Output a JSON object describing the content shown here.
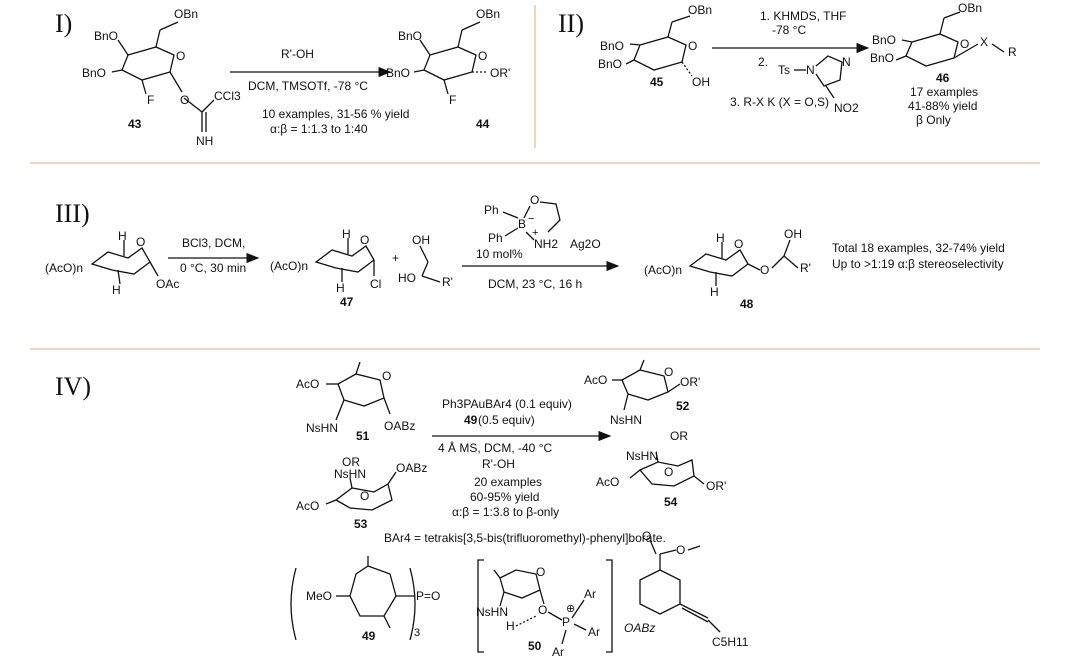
{
  "sections": {
    "s1": {
      "label": "I)"
    },
    "s2": {
      "label": "II)"
    },
    "s3": {
      "label": "III)"
    },
    "s4": {
      "label": "IV)"
    }
  },
  "atoms": {
    "obn": "OBn",
    "bno": "BnO",
    "f": "F",
    "o": "O",
    "ccl3": "CCl3",
    "nh": "NH",
    "or_prime": "OR'",
    "oh": "OH",
    "x": "X",
    "r": "R",
    "ts": "Ts",
    "n": "N",
    "no2": "NO2",
    "aco_n": "(AcO)n",
    "h": "H",
    "oac": "OAc",
    "cl": "Cl",
    "ho": "HO",
    "r_prime": "R'",
    "aco": "AcO",
    "nshn": "NsHN",
    "oabz": "OABz",
    "ph": "Ph",
    "b": "B",
    "nh2": "NH2",
    "ag2o": "Ag2O",
    "meo": "MeO",
    "peq": "P=O",
    "ar": "Ar",
    "p": "P",
    "c5h11": "C5H11",
    "or_word": "OR",
    "oabz_it": "OABz",
    "sub3": "3",
    "minus": "−",
    "plus_sign": "+",
    "circled_plus": "⊕"
  },
  "compounds": {
    "c43": "43",
    "c44": "44",
    "c45": "45",
    "c46": "46",
    "c47": "47",
    "c48": "48",
    "c49": "49",
    "c49b": "49",
    "c50": "50",
    "c51": "51",
    "c52": "52",
    "c53": "53",
    "c54": "54"
  },
  "scheme1": {
    "reagent_top": "R'-OH",
    "reagent_bottom": "DCM, TMSOTf, -78 °C",
    "note1": "10 examples, 31-56 % yield",
    "note2": "α:β = 1:1.3 to 1:40"
  },
  "scheme2": {
    "step1": "1. KHMDS, THF",
    "step1b": "-78 °C",
    "step2": "2.",
    "step3": "3. R-X K (X = O,S)",
    "result1": "17 examples",
    "result2": "41-88% yield",
    "result3": "β Only"
  },
  "scheme3": {
    "cond1": "BCl3, DCM,",
    "cond2": "0 °C, 30 min",
    "plus": "+",
    "cat_loading": "10 mol%",
    "cond3": "DCM, 23 °C, 16 h",
    "summary1": "Total 18 examples, 32-74% yield",
    "summary2": "Up to >1:19 α:β stereoselectivity"
  },
  "scheme4": {
    "cat1_a": "Ph3PAuBAr4 (0.1 equiv)",
    "cat2": "49",
    "cat2_tail": " (0.5 equiv)",
    "cond1": "4 Å MS, DCM, -40 °C",
    "cond2": "R'-OH",
    "or_left": "OR",
    "or_right": "OR",
    "res1": "20 examples",
    "res2": "60-95% yield",
    "res3": "α:β = 1:3.8 to β-only",
    "bar_def": "BAr4 = tetrakis[3,5-bis(trifluoromethyl)-phenyl]borate."
  }
}
